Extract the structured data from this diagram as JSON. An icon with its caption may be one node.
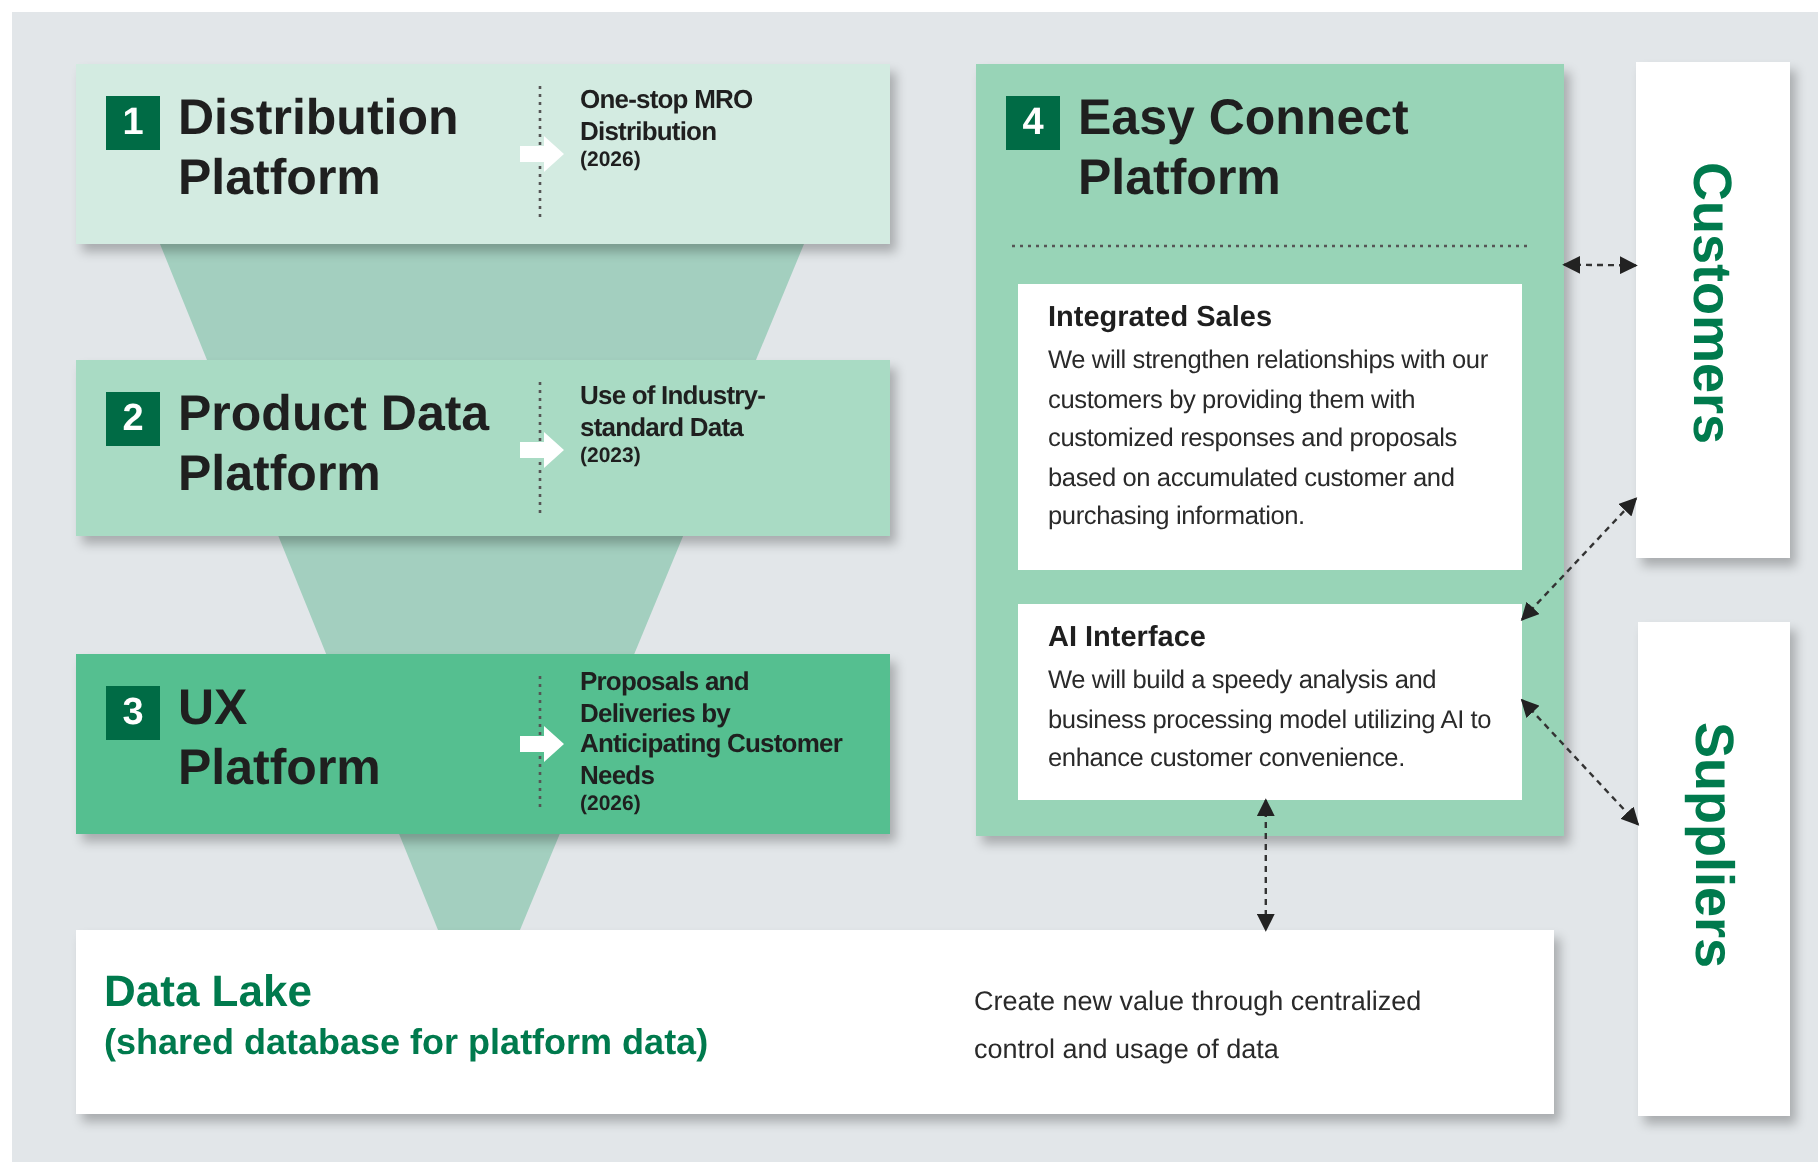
{
  "diagram": {
    "nodes": [
      {
        "text": [
          "1",
          "Distribution Platform",
          "One-stop MRO Distribution",
          "(2026)"
        ]
      },
      {
        "text": [
          "2",
          "Product Data Platform",
          "Use of Industry-standard Data",
          "(2023)"
        ]
      },
      {
        "text": [
          "3",
          "UX Platform",
          "Proposals and Deliveries by Anticipating Customer Needs",
          "(2026)"
        ]
      },
      {
        "text": [
          "4",
          "Easy Connect Platform"
        ]
      },
      {
        "text": [
          "Integrated Sales",
          "We will strengthen relationships with our customers by providing them with customized responses and proposals based on accumulated customer and purchasing information."
        ],
        "in": 3
      },
      {
        "text": [
          "AI Interface",
          "We will build a speedy analysis and business processing model utilizing AI to enhance customer convenience."
        ],
        "in": 3
      },
      {
        "text": [
          "Customers"
        ]
      },
      {
        "text": [
          "Suppliers"
        ]
      },
      {
        "text": [
          "Data Lake",
          "(shared database for platform data)",
          "Create new value through centralized control and usage of data"
        ]
      }
    ],
    "edges": [
      {
        "from": 3,
        "to": 6,
        "arrow": "both",
        "style": "dashed"
      },
      {
        "from": 5,
        "to": 6,
        "arrow": "both",
        "style": "dashed"
      },
      {
        "from": 5,
        "to": 7,
        "arrow": "both",
        "style": "dashed"
      },
      {
        "from": 5,
        "to": 8,
        "arrow": "both",
        "style": "dashed"
      }
    ]
  }
}
